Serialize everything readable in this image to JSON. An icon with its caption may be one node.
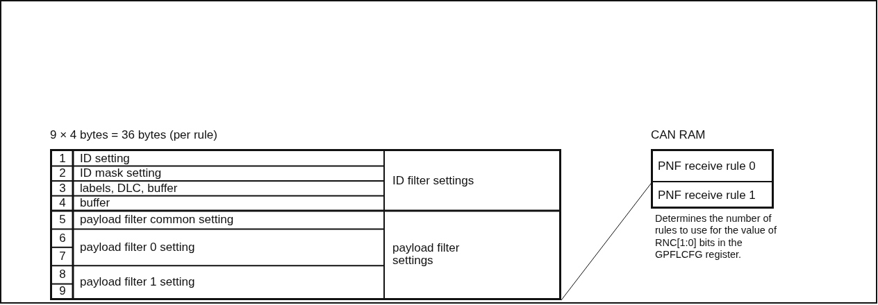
{
  "diagram": {
    "nodes": [
      {
        "text": [
          "9 × 4 bytes = 36 bytes (per rule)"
        ]
      },
      {
        "text": [
          "CAN RAM"
        ],
        "beside": [
          "Determines the number of rules to use for the value of RNC[1:0] bits in the GPFLCFG register."
        ]
      },
      {
        "text": [
          "PNF receive rule 0"
        ],
        "in": 1
      },
      {
        "text": [
          "PNF receive rule 1"
        ],
        "in": 1
      }
    ],
    "edges": [
      {
        "from": 0,
        "to": 3,
        "arrow": "none"
      }
    ],
    "labels": [
      "1",
      "ID setting",
      "ID filter settings",
      "2",
      "ID mask setting",
      "3",
      "labels, DLC, buffer",
      "4",
      "buffer",
      "5",
      "payload filter common setting",
      "payload filter settings",
      "6",
      "payload filter 0 setting",
      "7",
      "8",
      "payload filter 1 setting",
      "9"
    ]
  }
}
